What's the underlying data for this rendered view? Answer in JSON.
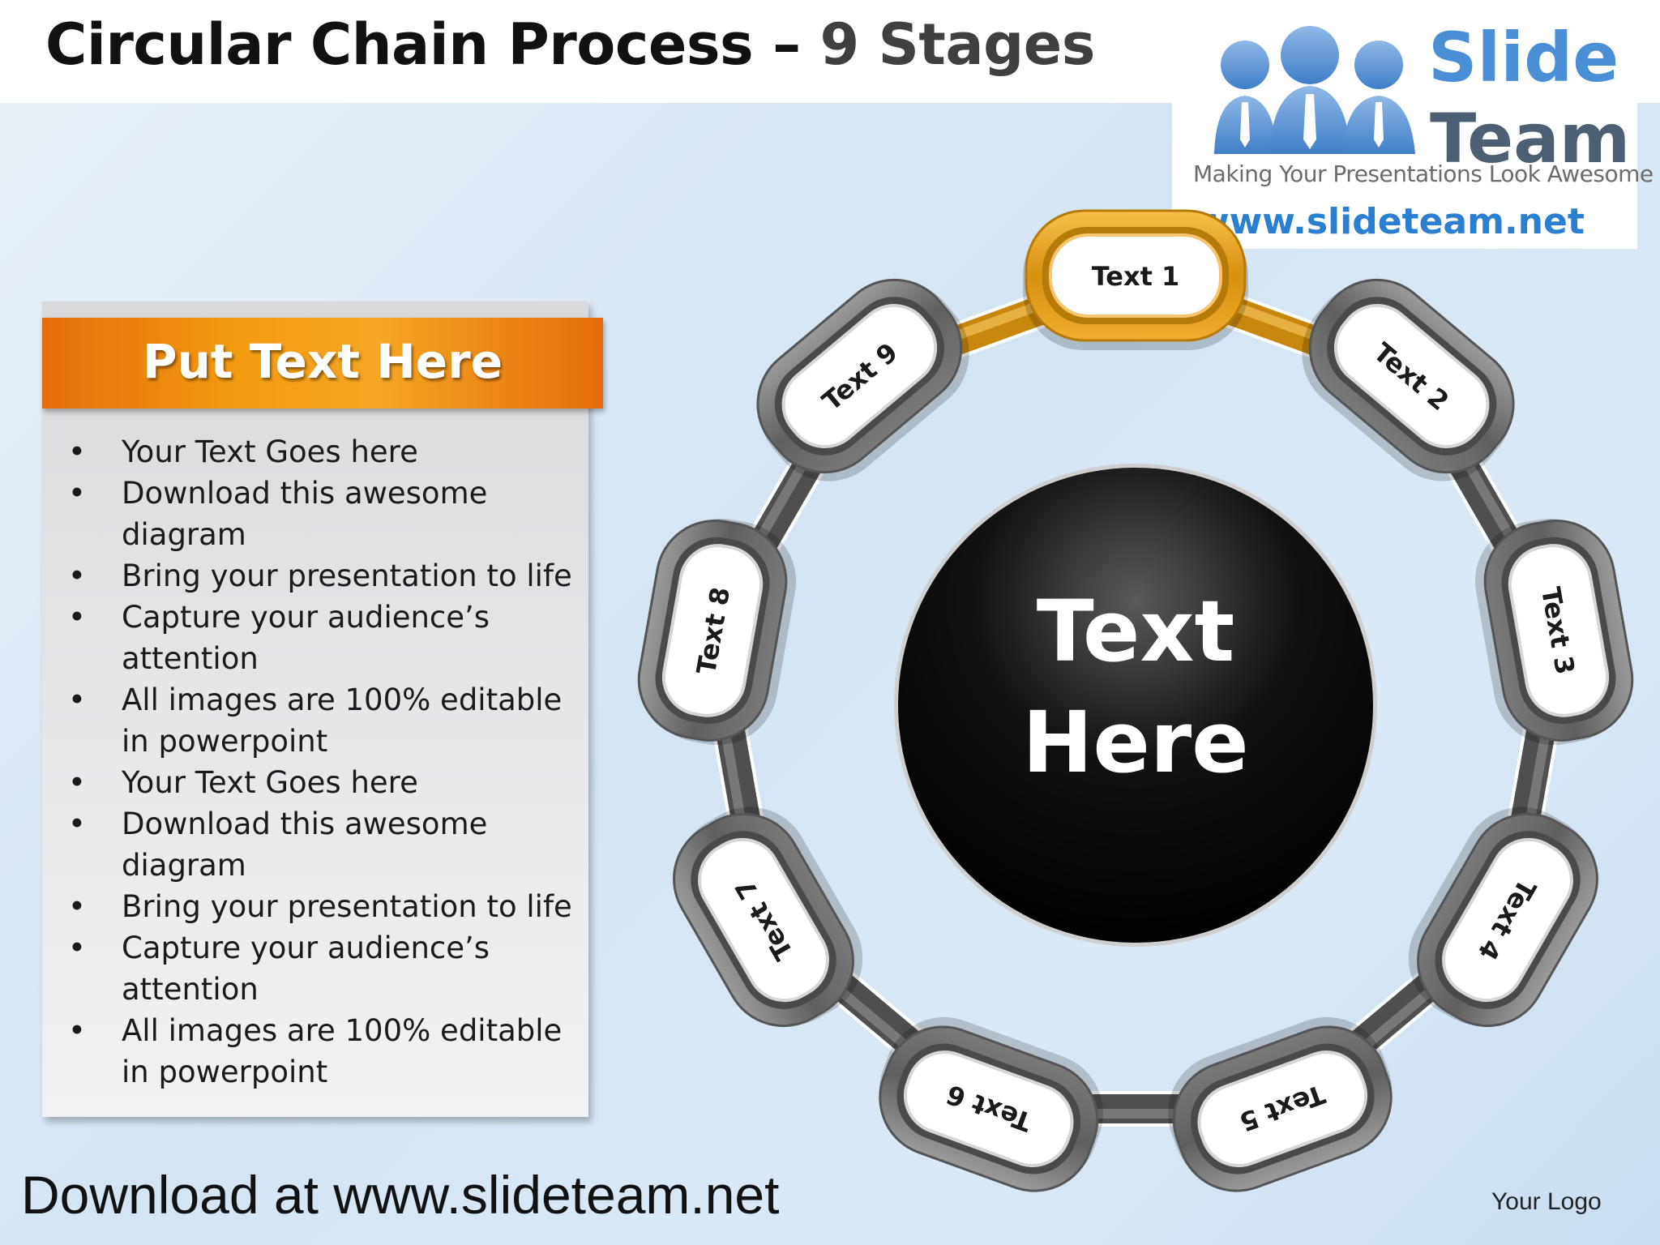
{
  "slide": {
    "title_main": "Circular Chain Process – ",
    "title_sub": "9 Stages"
  },
  "logo": {
    "word1": "Slide",
    "word2": "Team",
    "tagline": "Making Your Presentations Look Awesome",
    "url": "www.slideteam.net"
  },
  "panel": {
    "heading": "Put Text Here",
    "bullets": [
      "Your Text Goes here",
      "Download this awesome diagram",
      "Bring your presentation to life",
      "Capture your audience’s attention",
      "All images are 100% editable in powerpoint",
      "Your Text Goes here",
      "Download this awesome diagram",
      "Bring your presentation to life",
      "Capture your audience’s attention",
      "All images are 100% editable in powerpoint"
    ]
  },
  "center": {
    "line1": "Text",
    "line2": "Here"
  },
  "links": [
    {
      "label": "Text 1",
      "highlight": true
    },
    {
      "label": "Text 2",
      "highlight": false
    },
    {
      "label": "Text 3",
      "highlight": false
    },
    {
      "label": "Text 4",
      "highlight": false
    },
    {
      "label": "Text 5",
      "highlight": false
    },
    {
      "label": "Text 6",
      "highlight": false
    },
    {
      "label": "Text 7",
      "highlight": false
    },
    {
      "label": "Text 8",
      "highlight": false
    },
    {
      "label": "Text 9",
      "highlight": false
    }
  ],
  "colors": {
    "accent_orange": "#e46c0a",
    "gold_link": "#e5a01a",
    "gray_link": "#6d6d6d",
    "center_circle": "#0a0a0a"
  },
  "footer": {
    "download": "Download at www.slideteam.net",
    "your_logo": "Your Logo"
  }
}
